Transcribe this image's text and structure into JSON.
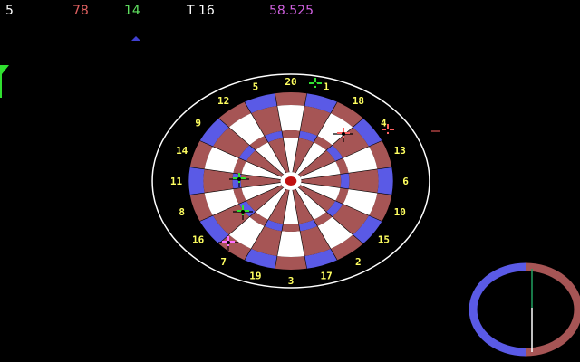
{
  "hud": {
    "p1": "5",
    "p2": "78",
    "p3": "14",
    "turn": "T 16",
    "time": "58.525"
  },
  "colors": {
    "background": "#000000",
    "p1": "#ffffff",
    "p2": "#e06060",
    "p3": "#60e060",
    "turn": "#ffffff",
    "time": "#d060e0",
    "board_red": "#a65555",
    "board_blue": "#5a5ae6",
    "board_white": "#ffffff",
    "numbers": "#ffff60",
    "bull": "#c01010"
  },
  "board": {
    "numbers": [
      "20",
      "1",
      "18",
      "4",
      "13",
      "6",
      "10",
      "15",
      "2",
      "17",
      "3",
      "19",
      "7",
      "16",
      "8",
      "11",
      "14",
      "9",
      "12",
      "5"
    ]
  },
  "darts": [
    {
      "color": "#30e030",
      "label": "dart-green-top"
    },
    {
      "color": "#ff6060",
      "label": "dart-red-right"
    },
    {
      "color": "#ff6060",
      "label": "dart-red-near-4"
    },
    {
      "color": "#30e030",
      "label": "dart-green-left"
    },
    {
      "color": "#30e030",
      "label": "dart-green-lower"
    },
    {
      "color": "#ff70ff",
      "label": "dart-pink"
    }
  ],
  "gauge": {
    "left_color": "#5a5ae6",
    "right_color": "#a65555"
  },
  "indicators": {
    "triangle_color": "#4040d0",
    "flag_color": "#30e030"
  }
}
